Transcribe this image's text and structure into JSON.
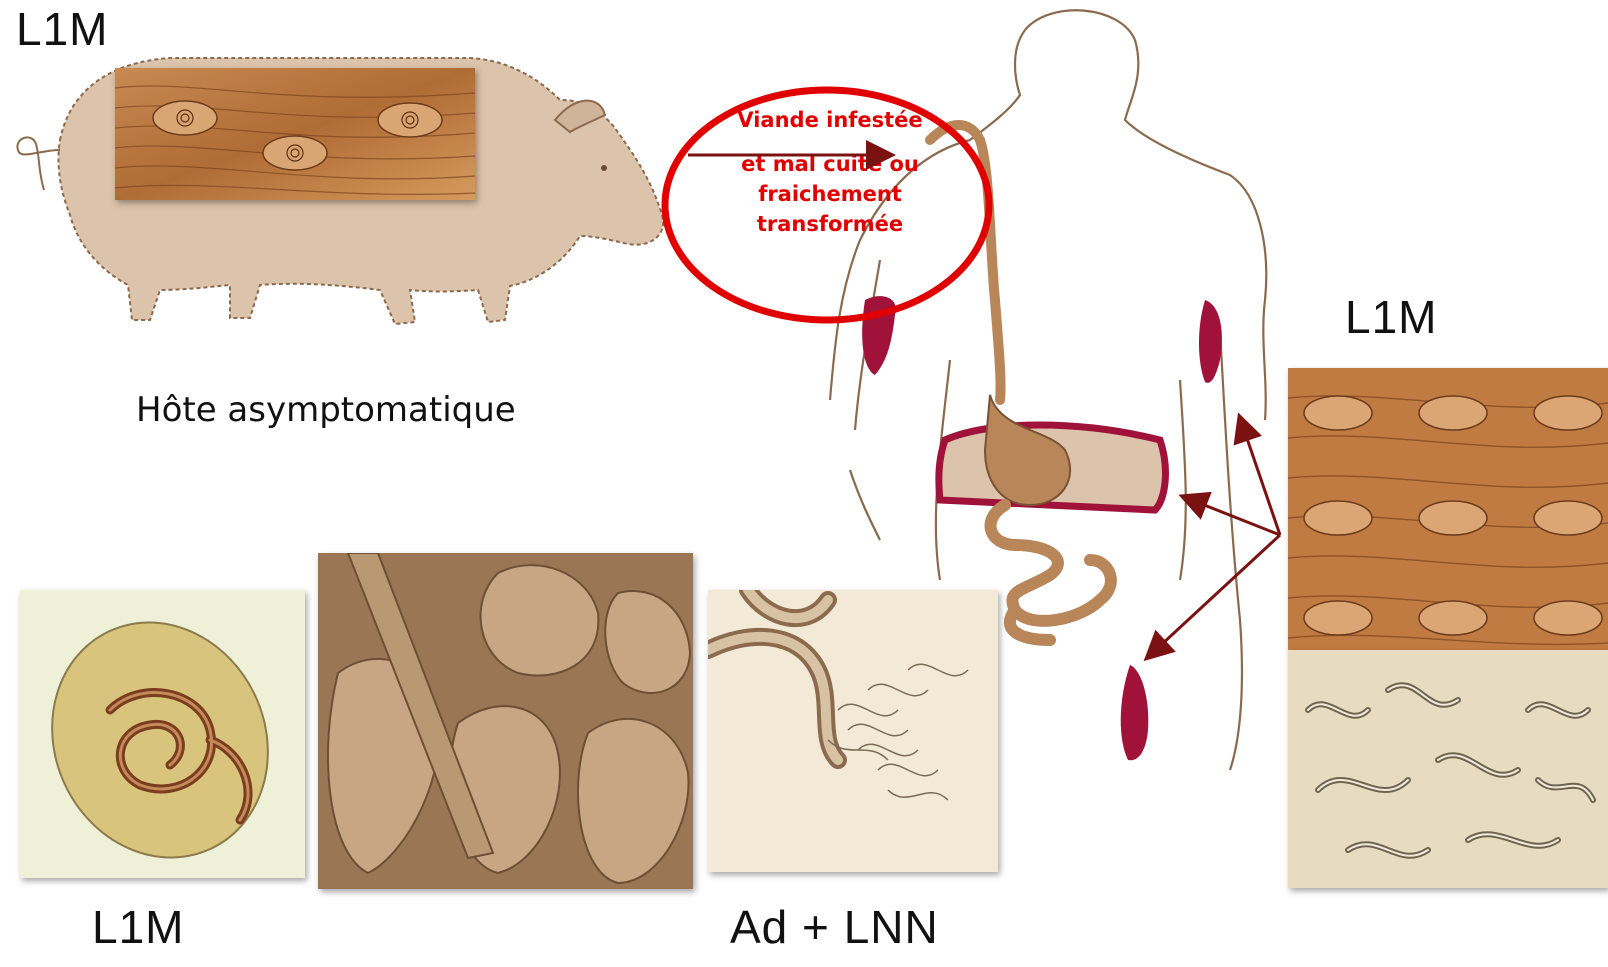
{
  "labels": {
    "top_left": "L1M",
    "right": "L1M",
    "bottom_left": "L1M",
    "bottom_middle": "Ad + LNN"
  },
  "captions": {
    "host": "Hôte asymptomatique"
  },
  "infection_note": {
    "line1": "Viande infestée",
    "line2": "et mal cuite ou",
    "line3": "fraichement",
    "line4": "transformée"
  },
  "colors": {
    "note_text": "#e00000",
    "arrows": "#7a1212",
    "muscle_marks": "#a0123a",
    "body_fill": "#dcc3ab"
  }
}
